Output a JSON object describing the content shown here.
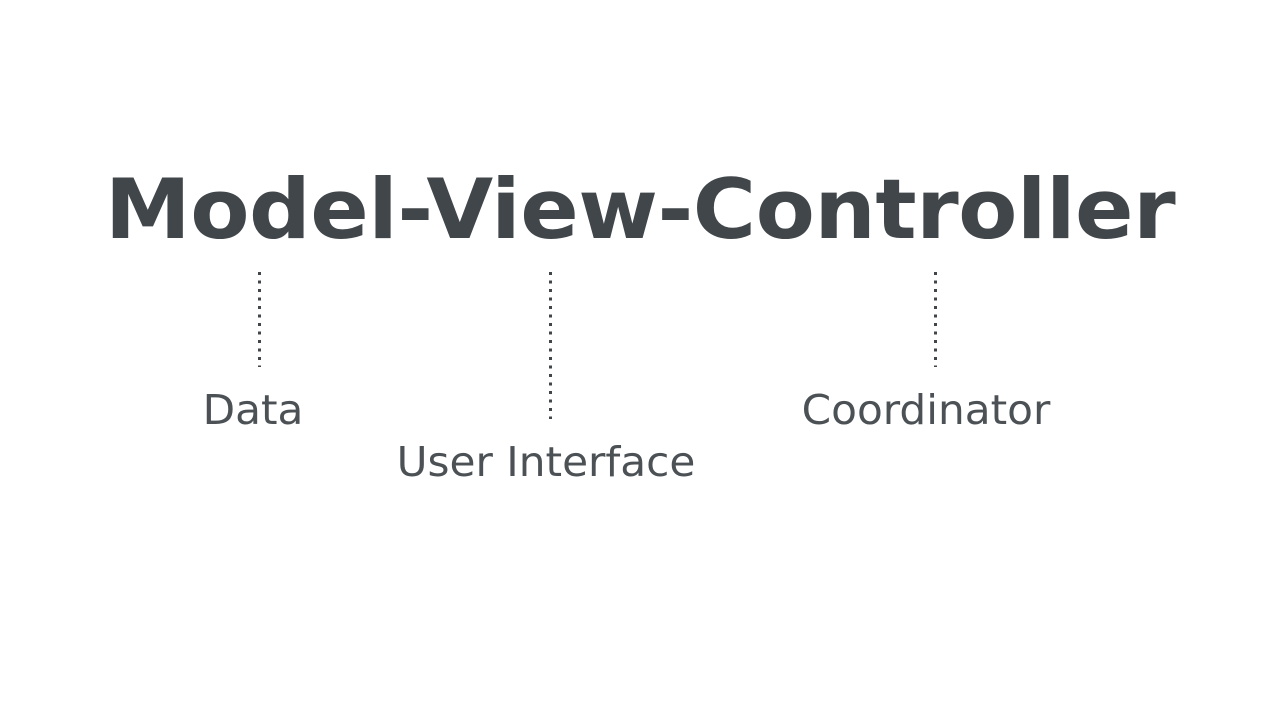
{
  "slide": {
    "background_color": "#ffffff",
    "title": "Model-View-Controller",
    "title_color": "#41464a",
    "label_color": "#4c5155"
  },
  "breakdown": [
    {
      "term": "Model",
      "label": "Data",
      "connector": "dotted-vertical-line"
    },
    {
      "term": "View",
      "label": "User Interface",
      "connector": "dotted-vertical-line"
    },
    {
      "term": "Controller",
      "label": "Coordinator",
      "connector": "dotted-vertical-line"
    }
  ]
}
